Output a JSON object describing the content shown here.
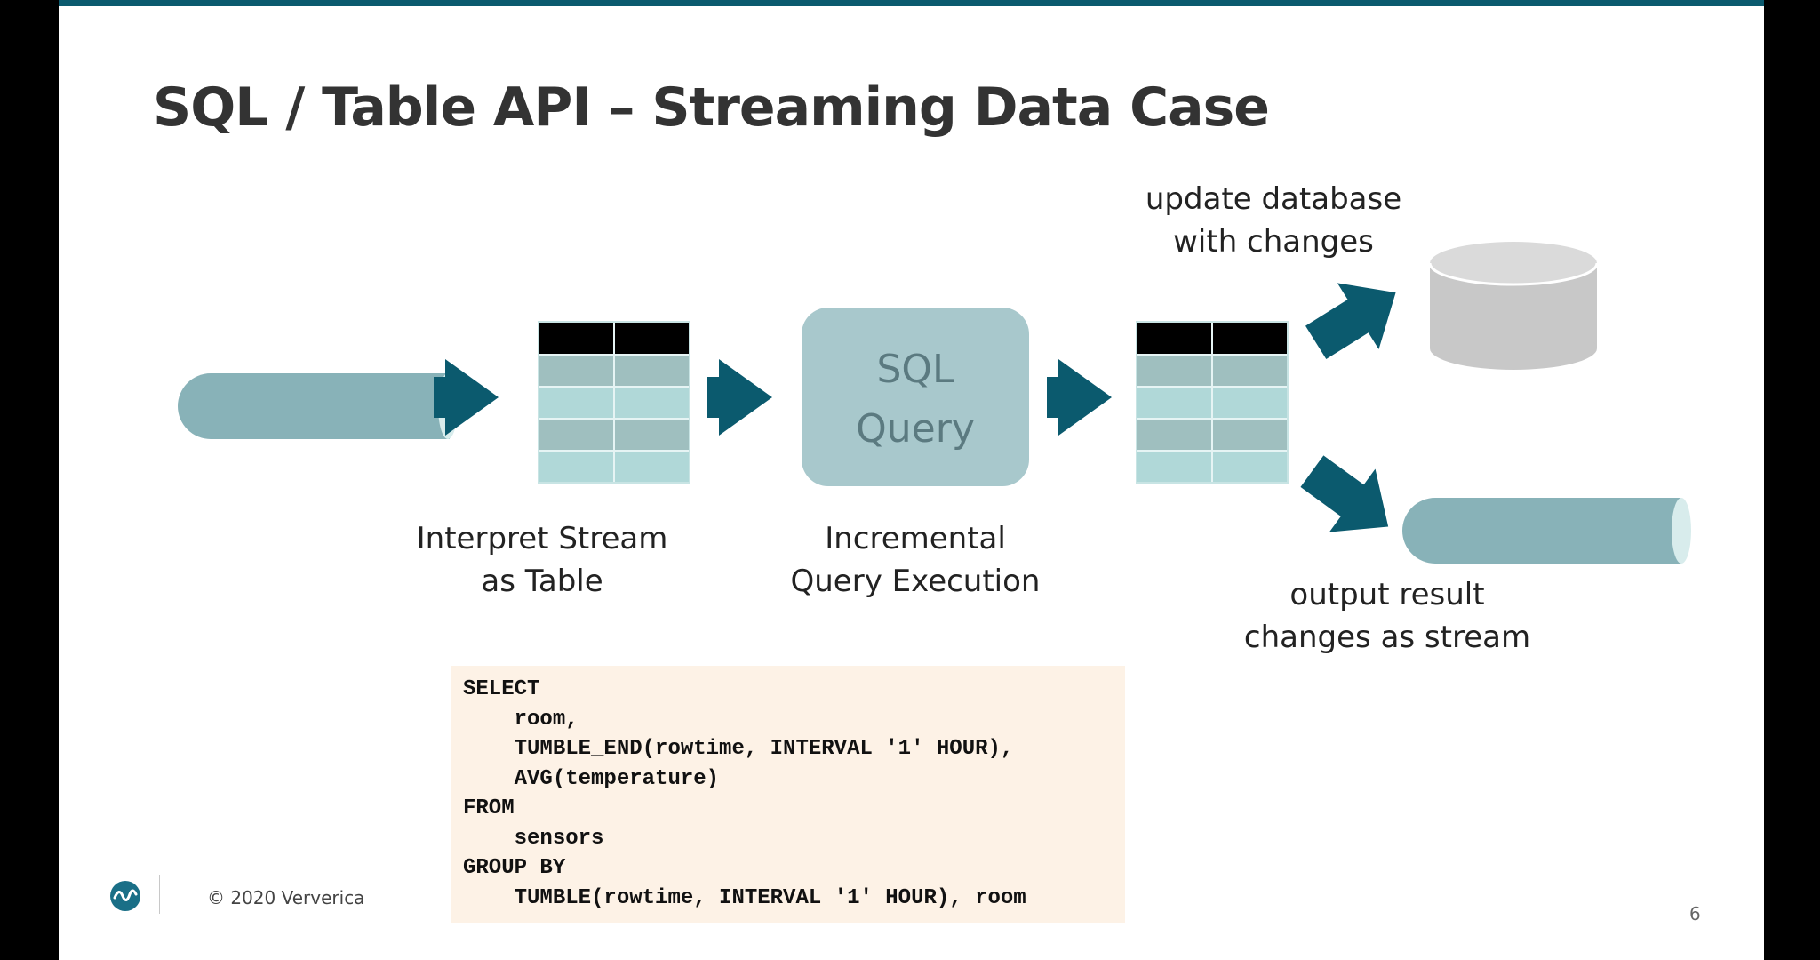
{
  "slide": {
    "title": "SQL / Table API – Streaming Data Case",
    "query_box": {
      "line1": "SQL",
      "line2": "Query"
    },
    "labels": {
      "interpret_line1": "Interpret Stream",
      "interpret_line2": "as Table",
      "incremental_line1": "Incremental",
      "incremental_line2": "Query Execution",
      "update_line1": "update database",
      "update_line2": "with changes",
      "output_line1": "output result",
      "output_line2": "changes as stream"
    },
    "code_lines": [
      "SELECT",
      "    room,",
      "    TUMBLE_END(rowtime, INTERVAL '1' HOUR),",
      "    AVG(temperature)",
      "FROM",
      "    sensors",
      "GROUP BY",
      "    TUMBLE(rowtime, INTERVAL '1' HOUR), room"
    ],
    "footer": {
      "copyright": "© 2020 Ververica",
      "page_number": "6"
    },
    "colors": {
      "arrow": "#0b5a6e",
      "stream_pipe": "#88b2b8",
      "table_header": "#000000",
      "table_row_dark": "#9fbfbf",
      "table_row_light": "#b0d8d8",
      "query_box": "#a8c8cc",
      "database": "#c8c8c8",
      "code_background": "#fdf2e6"
    },
    "icons": [
      "ververica-logo-icon"
    ]
  }
}
